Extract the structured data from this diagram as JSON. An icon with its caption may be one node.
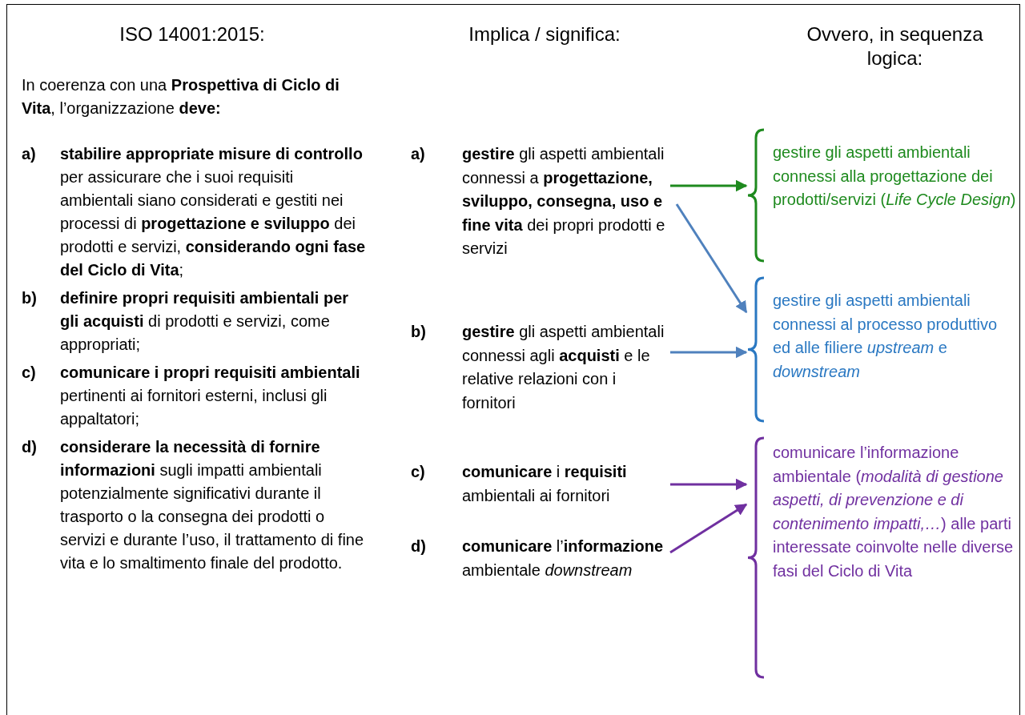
{
  "diagram": {
    "nodes": [
      {
        "text": [
          "a)",
          "**gestire** gli aspetti ambientali connessi a **progettazione, sviluppo, consegna, uso e fine vita** dei propri prodotti e servizi"
        ]
      },
      {
        "text": [
          "b)",
          "**gestire** gli aspetti ambientali connessi agli **acquisti** e le relative relazioni con i fornitori"
        ]
      },
      {
        "text": [
          "c)",
          "**comunicare** i **requisiti** ambientali ai fornitori"
        ]
      },
      {
        "text": [
          "d)",
          "**comunicare** l’**informazione** ambientale *downstream*"
        ]
      },
      {
        "text": [
          "gestire gli aspetti ambientali connessi alla progettazione dei prodotti/servizi (*Life Cycle Design*)"
        ]
      },
      {
        "text": [
          "gestire gli aspetti ambientali connessi al processo produttivo ed alle filiere *upstream* e *downstream*"
        ]
      },
      {
        "text": [
          "comunicare l’informazione ambientale (*modalità di gestione aspetti, di prevenzione e di contenimento impatti,…*) alle parti interessate coinvolte nelle diverse fasi del Ciclo di Vita"
        ]
      }
    ],
    "edges": [
      {
        "from": 0,
        "to": 4,
        "arrow": "to",
        "color": "#1e8a1e"
      },
      {
        "from": 0,
        "to": 5,
        "arrow": "to",
        "color": "#4f81bd"
      },
      {
        "from": 1,
        "to": 5,
        "arrow": "to",
        "color": "#4f81bd"
      },
      {
        "from": 2,
        "to": 6,
        "arrow": "to",
        "color": "#7030a0"
      },
      {
        "from": 3,
        "to": 6,
        "arrow": "to",
        "color": "#7030a0"
      }
    ],
    "labels": [
      "ISO 14001:2015:",
      "Implica / significa:",
      "Ovvero, in sequenza logica:",
      "In coerenza con una **Prospettiva di Ciclo di Vita**, l’organizzazione **deve:**",
      "a)",
      "**stabilire appropriate misure di controllo** per assicurare che i suoi requisiti ambientali siano considerati e gestiti nei processi di **progettazione e sviluppo** dei prodotti e servizi, **considerando ogni fase del Ciclo di Vita**;",
      "b)",
      "**definire propri requisiti ambientali per gli acquisti** di prodotti e servizi, come appropriati;",
      "c)",
      "**comunicare i propri requisiti ambientali** pertinenti ai fornitori esterni, inclusi gli appaltatori;",
      "d)",
      "**considerare la necessità di fornire informazioni** sugli impatti ambientali potenzialmente significativi durante il trasporto o la consegna dei prodotti o servizi e durante l’uso, il trattamento di fine vita e lo smaltimento finale del prodotto."
    ]
  }
}
